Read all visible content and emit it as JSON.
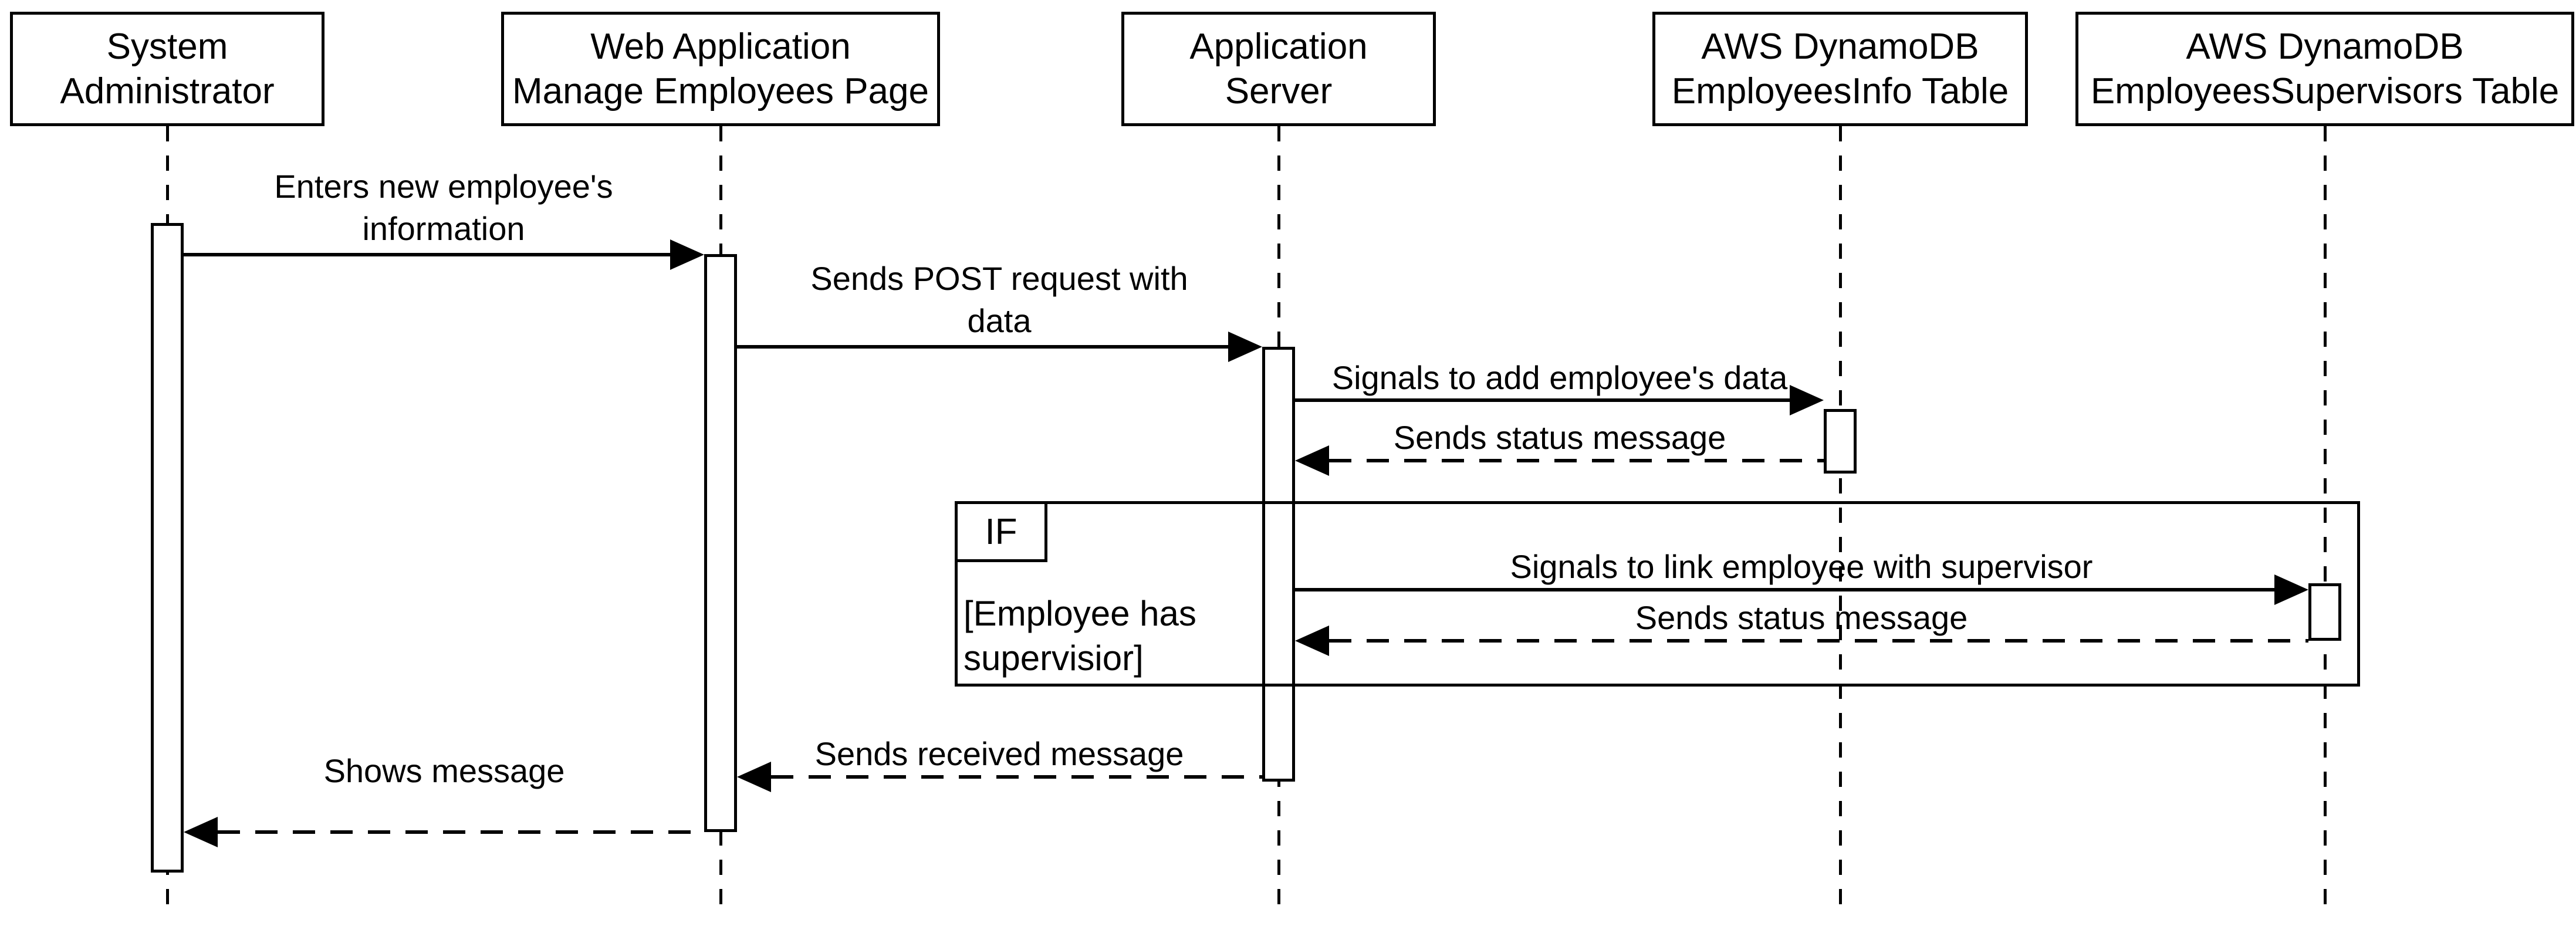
{
  "diagram": {
    "type": "uml-sequence-diagram",
    "colors": {
      "stroke": "#000000",
      "background": "#ffffff"
    },
    "participants": [
      {
        "name": "system-administrator",
        "label": "System\nAdministrator"
      },
      {
        "name": "web-application-manage-employees-page",
        "label": "Web Application\nManage Employees Page"
      },
      {
        "name": "application-server",
        "label": "Application\nServer"
      },
      {
        "name": "aws-dynamodb-employeesinfo-table",
        "label": "AWS DynamoDB\nEmployeesInfo Table"
      },
      {
        "name": "aws-dynamodb-employeessupervisors-table",
        "label": "AWS DynamoDB\nEmployeesSupervisors Table"
      }
    ],
    "messages": [
      {
        "from": "System Administrator",
        "to": "Web Application Manage Employees Page",
        "label": "Enters new employee's\ninformation",
        "line": "solid",
        "direction": "right"
      },
      {
        "from": "Web Application Manage Employees Page",
        "to": "Application Server",
        "label": "Sends POST request with\ndata",
        "line": "solid",
        "direction": "right"
      },
      {
        "from": "Application Server",
        "to": "AWS DynamoDB EmployeesInfo Table",
        "label": "Signals to add employee's data",
        "line": "solid",
        "direction": "right"
      },
      {
        "from": "AWS DynamoDB EmployeesInfo Table",
        "to": "Application Server",
        "label": "Sends status message",
        "line": "dashed",
        "direction": "left"
      },
      {
        "from": "Application Server",
        "to": "AWS DynamoDB EmployeesSupervisors Table",
        "label": "Signals to link employee with supervisor",
        "line": "solid",
        "direction": "right"
      },
      {
        "from": "AWS DynamoDB EmployeesSupervisors Table",
        "to": "Application Server",
        "label": "Sends status message",
        "line": "dashed",
        "direction": "left"
      },
      {
        "from": "Application Server",
        "to": "Web Application Manage Employees Page",
        "label": "Sends received message",
        "line": "dashed",
        "direction": "left"
      },
      {
        "from": "Web Application Manage Employees Page",
        "to": "System Administrator",
        "label": "Shows message",
        "line": "dashed",
        "direction": "left"
      }
    ],
    "fragment": {
      "operator": "IF",
      "guard": "[Employee has\nsupervisior]"
    }
  }
}
